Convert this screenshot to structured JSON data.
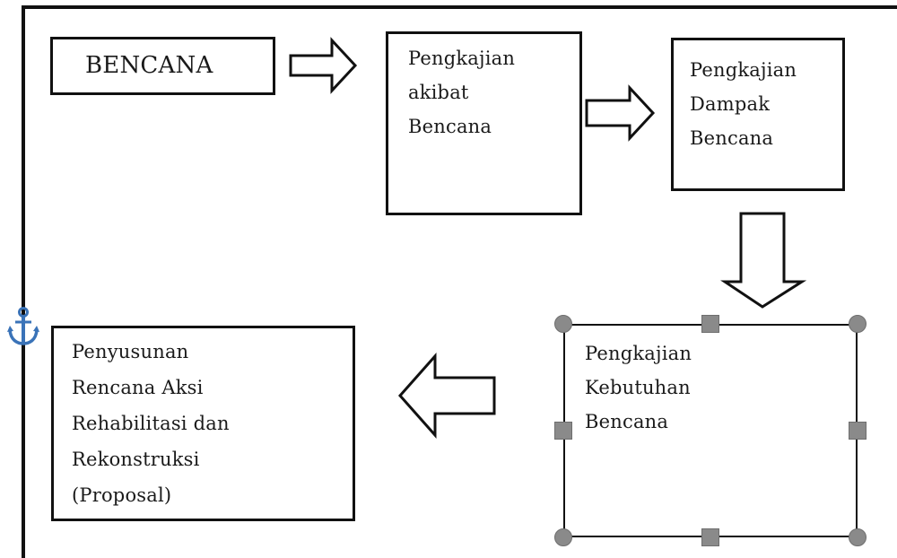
{
  "diagram": {
    "nodes": [
      {
        "id": "bencana",
        "text": "BENCANA"
      },
      {
        "id": "akibat",
        "text": "Pengkajian\nakibat\nBencana"
      },
      {
        "id": "dampak",
        "text": "Pengkajian\nDampak\nBencana"
      },
      {
        "id": "kebutuhan",
        "text": "Pengkajian\nKebutuhan\nBencana"
      },
      {
        "id": "proposal",
        "text": "Penyusunan\nRencana Aksi\nRehabilitasi dan\nRekonstruksi\n(Proposal)"
      }
    ],
    "edges": [
      {
        "from": "bencana",
        "to": "akibat",
        "direction": "right"
      },
      {
        "from": "akibat",
        "to": "dampak",
        "direction": "right"
      },
      {
        "from": "dampak",
        "to": "kebutuhan",
        "direction": "down"
      },
      {
        "from": "kebutuhan",
        "to": "proposal",
        "direction": "left"
      }
    ],
    "selected_node": "kebutuhan"
  },
  "icons": {
    "anchor": "anchor-icon"
  },
  "colors": {
    "line": "#111111",
    "handle": "#8a8a8a",
    "anchor": "#3a73b8"
  }
}
